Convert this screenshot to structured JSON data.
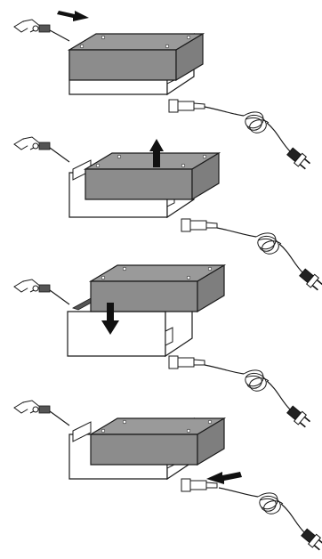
{
  "figure": {
    "colors": {
      "background": "#ffffff",
      "line": "#1a1a1a",
      "cover": "#8c8c8c",
      "cover_top": "#9a9a9a",
      "base": "#ffffff",
      "arrow": "#111111"
    },
    "steps": [
      {
        "id": "step-1",
        "arrow_icon": "arrow-right-icon"
      },
      {
        "id": "step-2",
        "arrow_icon": "arrow-up-icon"
      },
      {
        "id": "step-3",
        "arrow_icon": "arrow-down-icon"
      },
      {
        "id": "step-4",
        "arrow_icon": "arrow-left-icon"
      }
    ]
  }
}
